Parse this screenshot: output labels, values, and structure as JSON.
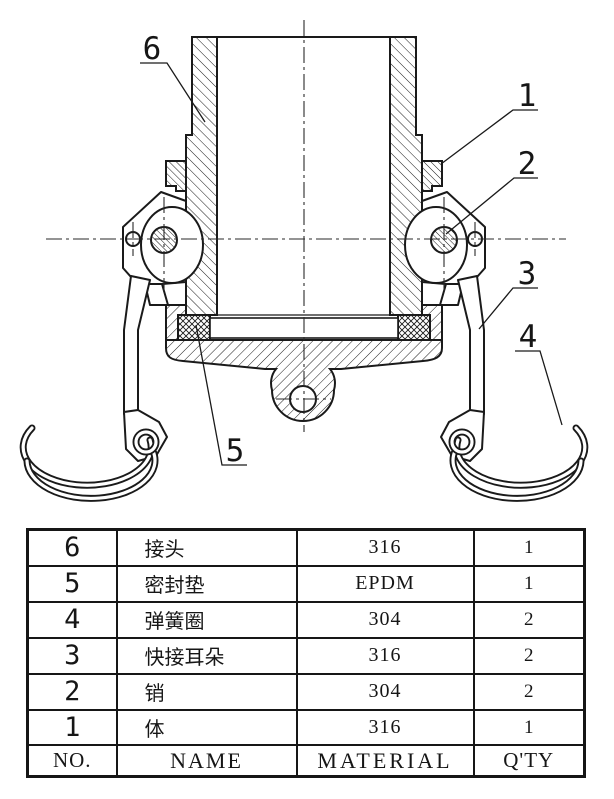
{
  "drawing": {
    "callouts": [
      {
        "text": "6"
      },
      {
        "text": "1"
      },
      {
        "text": "2"
      },
      {
        "text": "3"
      },
      {
        "text": "4"
      },
      {
        "text": "5"
      }
    ]
  },
  "table": {
    "rows": [
      {
        "no": "6",
        "name": "接头",
        "material": "316",
        "qty": "1"
      },
      {
        "no": "5",
        "name": "密封垫",
        "material": "EPDM",
        "qty": "1"
      },
      {
        "no": "4",
        "name": "弹簧圈",
        "material": "304",
        "qty": "2"
      },
      {
        "no": "3",
        "name": "快接耳朵",
        "material": "316",
        "qty": "2"
      },
      {
        "no": "2",
        "name": "销",
        "material": "304",
        "qty": "2"
      },
      {
        "no": "1",
        "name": "体",
        "material": "316",
        "qty": "1"
      }
    ],
    "header": {
      "no": "NO.",
      "name": "NAME",
      "material": "MATERIAL",
      "qty": "Q'TY"
    }
  },
  "colors": {
    "line": "#1a1a1a",
    "background": "#ffffff"
  }
}
